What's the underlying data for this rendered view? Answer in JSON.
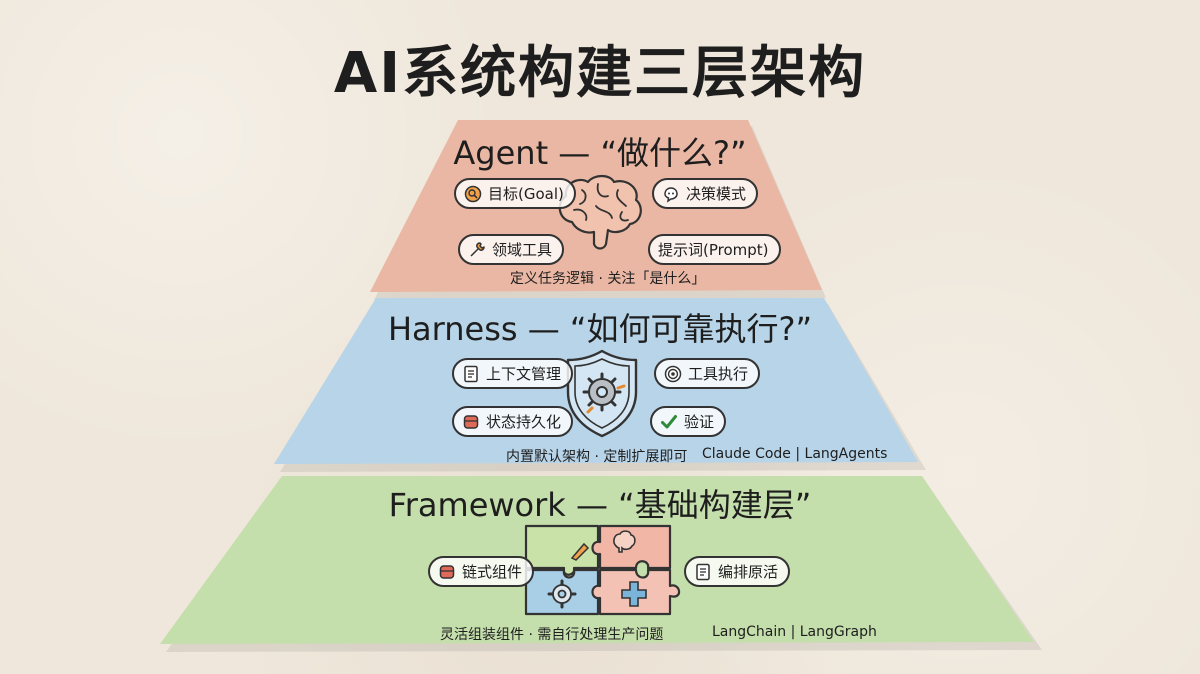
{
  "title": "AI系统构建三层架构",
  "layers": [
    {
      "id": "agent",
      "title": "Agent — “做什么?”",
      "fill": "#e9b7a3",
      "tags": [
        {
          "label": "目标(Goal)",
          "icon": "target-icon"
        },
        {
          "label": "决策模式",
          "icon": "decision-icon"
        },
        {
          "label": "领域工具",
          "icon": "wrench-icon"
        },
        {
          "label": "提示词(Prompt)",
          "icon": ""
        }
      ],
      "caption": "定义任务逻辑 · 关注「是什么」",
      "illustration": "brain-icon"
    },
    {
      "id": "harness",
      "title": "Harness — “如何可靠执行?”",
      "fill": "#b7d4e8",
      "tags": [
        {
          "label": "上下文管理",
          "icon": "document-icon"
        },
        {
          "label": "工具执行",
          "icon": "spiral-icon"
        },
        {
          "label": "状态持久化",
          "icon": "database-icon"
        },
        {
          "label": "验证",
          "icon": "checkmark-icon"
        }
      ],
      "caption": "内置默认架构 · 定制扩展即可",
      "tech": "Claude Code | LangAgents",
      "illustration": "shield-gear-icon"
    },
    {
      "id": "framework",
      "title": "Framework — “基础构建层”",
      "fill": "#c5dfac",
      "tags": [
        {
          "label": "链式组件",
          "icon": "database-icon"
        },
        {
          "label": "编排原活",
          "icon": "document-icon"
        }
      ],
      "caption": "灵活组装组件 · 需自行处理生产问题",
      "tech": "LangChain | LangGraph",
      "illustration": "puzzle-icon"
    }
  ],
  "colors": {
    "background": "#efe7db",
    "outline": "#333333",
    "agent_fill": "#e9b7a3",
    "harness_fill": "#b7d4e8",
    "framework_fill": "#c5dfac",
    "check_green": "#2e8b3a",
    "db_red": "#d9534f"
  }
}
